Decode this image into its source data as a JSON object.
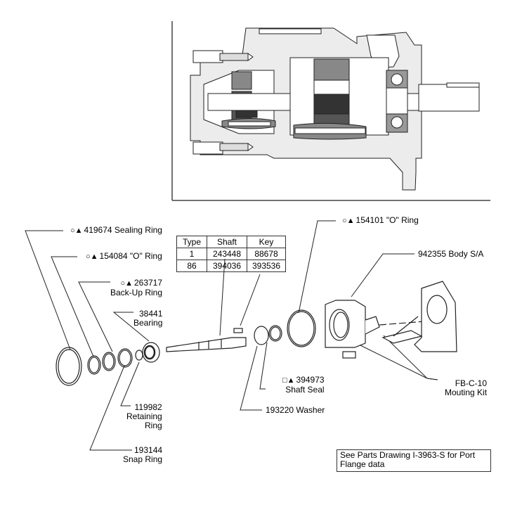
{
  "symbols": {
    "circle": "○",
    "triangle": "▲",
    "square": "□"
  },
  "labels": {
    "sealing_ring": {
      "symbols": "○▲",
      "text": "419674 Sealing Ring"
    },
    "o_ring_154084": {
      "symbols": "○▲",
      "text": "154084 \"O\" Ring"
    },
    "backup_ring": {
      "symbols": "○▲",
      "line1": "263717",
      "line2": "Back-Up Ring"
    },
    "bearing": {
      "line1": "38441",
      "line2": "Bearing"
    },
    "retaining_ring": {
      "line1": "119982",
      "line2": "Retaining",
      "line3": "Ring"
    },
    "snap_ring": {
      "line1": "193144",
      "line2": "Snap Ring"
    },
    "o_ring_154101": {
      "symbols": "○▲",
      "text": "154101 \"O\" Ring"
    },
    "body": {
      "text": "942355 Body S/A"
    },
    "mounting_kit": {
      "line1": "FB-C-10",
      "line2": "Mouting Kit"
    },
    "shaft_seal": {
      "symbols": "□▲",
      "line1": "394973",
      "line2": "Shaft Seal"
    },
    "washer": {
      "text": "193220 Washer"
    }
  },
  "spec_table": {
    "headers": [
      "Type",
      "Shaft",
      "Key"
    ],
    "rows": [
      [
        "1",
        "243448",
        "88678"
      ],
      [
        "86",
        "394036",
        "393536"
      ]
    ]
  },
  "note": "See Parts Drawing I-3963-S for Port Flange data"
}
